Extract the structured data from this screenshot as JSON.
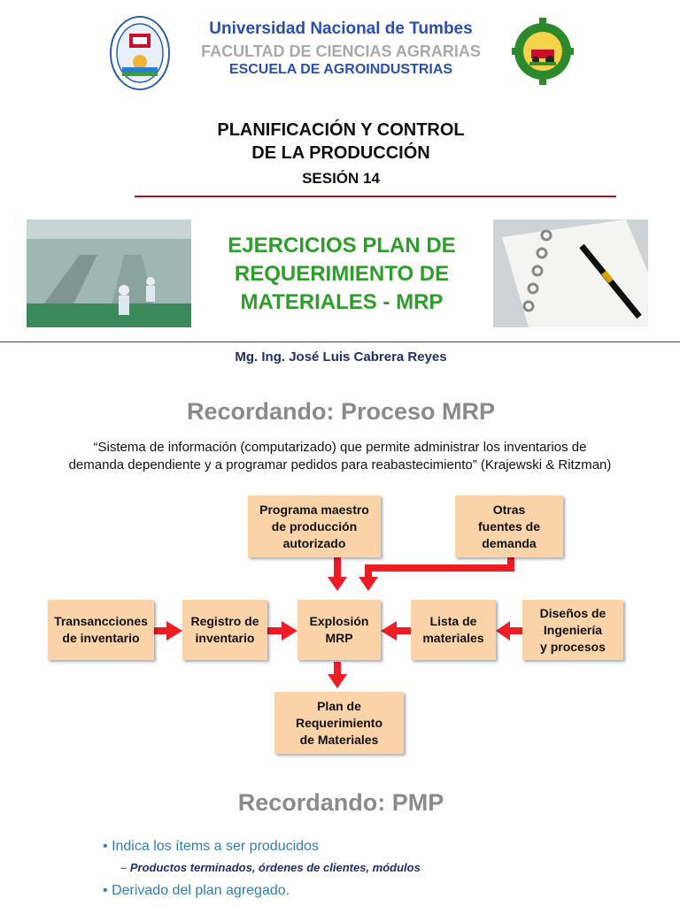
{
  "header": {
    "university": "Universidad Nacional de Tumbes",
    "faculty": "FACULTAD DE CIENCIAS AGRARIAS",
    "school": "ESCUELA DE AGROINDUSTRIAS"
  },
  "course": {
    "line1": "PLANIFICACIÓN Y CONTROL",
    "line2": "DE LA PRODUCCIÓN",
    "session": "SESIÓN 14"
  },
  "slide_title": {
    "line1": "EJERCICIOS PLAN DE",
    "line2": "REQUERIMIENTO DE",
    "line3": "MATERIALES - MRP"
  },
  "author": "Mg. Ing. José Luis Cabrera Reyes",
  "section_mrp": {
    "heading": "Recordando: Proceso MRP",
    "definition_line1": "“Sistema de información (computarizado) que permite administrar los inventarios de",
    "definition_line2": "demanda dependiente y a programar pedidos para reabastecimiento” (Krajewski & Ritzman)"
  },
  "diagram": {
    "pmp": [
      "Programa maestro",
      "de producción",
      "autorizado"
    ],
    "otras": [
      "Otras",
      "fuentes de",
      "demanda"
    ],
    "transacciones": [
      "Transancciones",
      "de inventario"
    ],
    "registro": [
      "Registro de",
      "inventario"
    ],
    "explosion": [
      "Explosión",
      "MRP"
    ],
    "lista": [
      "Lista de",
      "materiales"
    ],
    "disenos": [
      "Diseños de",
      "Ingeniería",
      "y procesos"
    ],
    "plan": [
      "Plan de",
      "Requerimiento",
      "de Materiales"
    ],
    "box_color": "#fbd3a8",
    "arrow_color": "#ee1c25"
  },
  "section_pmp": {
    "heading": "Recordando: PMP",
    "bullet1": "Indica los ítems a ser producidos",
    "sub_bullet1": "Productos terminados, órdenes de clientes, módulos",
    "bullet2": "Derivado del plan agregado."
  }
}
